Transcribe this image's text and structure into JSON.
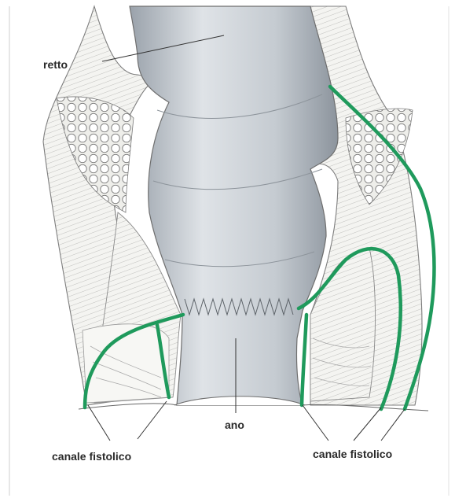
{
  "labels": {
    "rectum": "retto",
    "anus": "ano",
    "fistula_left": "canale fistolico",
    "fistula_right": "canale fistolico"
  },
  "colors": {
    "fistula": "#1f9a5c",
    "lumen": "#c9cfd5",
    "tissue": "#f1f1ee",
    "muscle_line": "#8a8a8a",
    "fat": "#ffffff"
  }
}
